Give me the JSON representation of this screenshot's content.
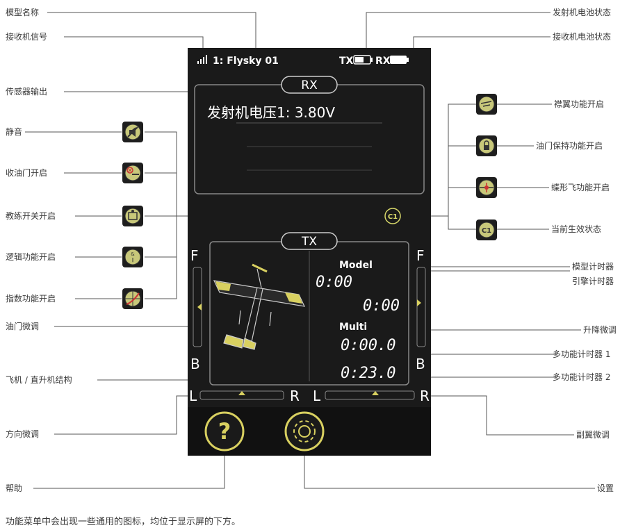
{
  "status_bar": {
    "signal_label": "1: Flysky 01",
    "tx_label": "TX",
    "rx_label": "RX"
  },
  "rx_section": {
    "title": "RX",
    "sensor_text": "发射机电压1: 3.80V"
  },
  "tx_section": {
    "title": "TX",
    "model_timer_label": "Model",
    "model_timer_value": "0:00",
    "engine_timer_value": "0:00",
    "multi_timer_label": "Multi",
    "multi_timer_1_value": "0:00.0",
    "multi_timer_2_value": "0:23.0",
    "active_state": "C1"
  },
  "trims": {
    "left_top": "F",
    "left_bottom": "B",
    "right_top": "F",
    "right_bottom": "B",
    "bottom_left_l": "L",
    "bottom_left_r": "R",
    "bottom_right_l": "L",
    "bottom_right_r": "R"
  },
  "bottom_buttons": {
    "help_symbol": "?"
  },
  "labels_left": {
    "model_name": "模型名称",
    "rx_signal": "接收机信号",
    "sensor_output": "传感器输出",
    "mute": "静音",
    "throttle_cut": "收油门开启",
    "trainer": "教练开关开启",
    "logic": "逻辑功能开启",
    "expo": "指数功能开启",
    "throttle_trim": "油门微调",
    "airframe": "飞机 / 直升机结构",
    "rudder_trim": "方向微调",
    "help": "帮助"
  },
  "labels_right": {
    "tx_battery": "发射机电池状态",
    "rx_battery": "接收机电池状态",
    "flaps": "襟翼功能开启",
    "throttle_hold": "油门保持功能开启",
    "butterfly": "蝶形飞功能开启",
    "current_state": "当前生效状态",
    "model_timer": "模型计时器",
    "engine_timer": "引擎计时器",
    "elevator_trim": "升降微调",
    "multi_timer_1": "多功能计时器 1",
    "multi_timer_2": "多功能计时器 2",
    "aileron_trim": "副翼微调",
    "settings": "设置"
  },
  "footer": "功能菜单中会出现一些通用的图标，均位于显示屏的下方。",
  "colors": {
    "screen": "#1a1a1a",
    "accent": "#d8d86a",
    "text": "#ffffff"
  }
}
